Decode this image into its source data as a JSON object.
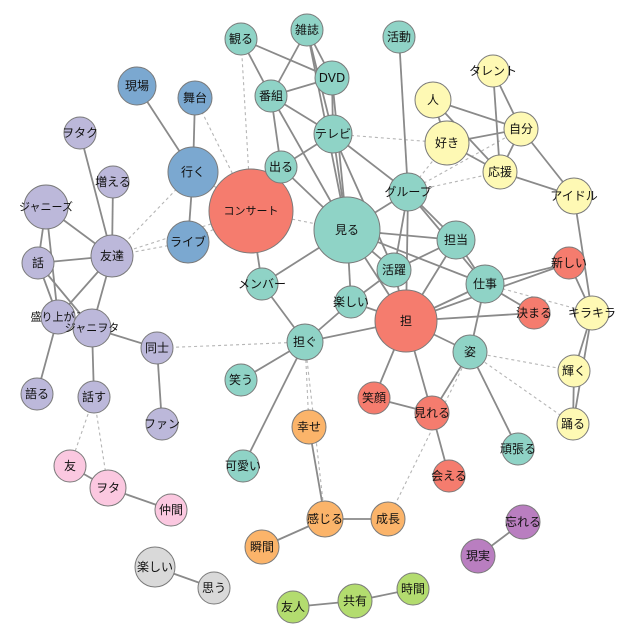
{
  "colors": {
    "teal": "#8fd3c6",
    "salmon": "#f57c6e",
    "blue": "#7ba8d0",
    "lavender": "#bcb8da",
    "yellow": "#fef9b4",
    "orange": "#fbb46a",
    "pink": "#fbc8e0",
    "purple": "#b97ec0",
    "green": "#b3dc6f",
    "gray": "#d9d9d9"
  },
  "nodes": [
    {
      "id": "concert",
      "label": "コンサート",
      "group": "salmon"
    },
    {
      "id": "tan",
      "label": "担",
      "group": "salmon"
    },
    {
      "id": "atarashii",
      "label": "新しい",
      "group": "salmon"
    },
    {
      "id": "kimaru",
      "label": "決まる",
      "group": "salmon"
    },
    {
      "id": "egao",
      "label": "笑顔",
      "group": "salmon"
    },
    {
      "id": "mireru",
      "label": "見れる",
      "group": "salmon"
    },
    {
      "id": "aeru",
      "label": "会える",
      "group": "salmon"
    },
    {
      "id": "miru",
      "label": "見る",
      "group": "teal"
    },
    {
      "id": "terebi",
      "label": "テレビ",
      "group": "teal"
    },
    {
      "id": "dvd",
      "label": "DVD",
      "group": "teal"
    },
    {
      "id": "zasshi",
      "label": "雑誌",
      "group": "teal"
    },
    {
      "id": "miru2",
      "label": "観る",
      "group": "teal"
    },
    {
      "id": "bangumi",
      "label": "番組",
      "group": "teal"
    },
    {
      "id": "deru",
      "label": "出る",
      "group": "teal"
    },
    {
      "id": "katsudou",
      "label": "活動",
      "group": "teal"
    },
    {
      "id": "group",
      "label": "グループ",
      "group": "teal"
    },
    {
      "id": "tantou",
      "label": "担当",
      "group": "teal"
    },
    {
      "id": "katsuyaku",
      "label": "活躍",
      "group": "teal"
    },
    {
      "id": "shigoto",
      "label": "仕事",
      "group": "teal"
    },
    {
      "id": "member",
      "label": "メンバー",
      "group": "teal"
    },
    {
      "id": "tanoshii",
      "label": "楽しい",
      "group": "teal"
    },
    {
      "id": "katsugu",
      "label": "担ぐ",
      "group": "teal"
    },
    {
      "id": "sugata",
      "label": "姿",
      "group": "teal"
    },
    {
      "id": "warau",
      "label": "笑う",
      "group": "teal"
    },
    {
      "id": "kawaii",
      "label": "可愛い",
      "group": "teal"
    },
    {
      "id": "ganbaru",
      "label": "頑張る",
      "group": "teal"
    },
    {
      "id": "genba",
      "label": "現場",
      "group": "blue"
    },
    {
      "id": "butai",
      "label": "舞台",
      "group": "blue"
    },
    {
      "id": "iku",
      "label": "行く",
      "group": "blue"
    },
    {
      "id": "live",
      "label": "ライブ",
      "group": "blue"
    },
    {
      "id": "otaku",
      "label": "ヲタク",
      "group": "lavender"
    },
    {
      "id": "fueru",
      "label": "増える",
      "group": "lavender"
    },
    {
      "id": "johnnys",
      "label": "ジャニーズ",
      "group": "lavender"
    },
    {
      "id": "tomodachi",
      "label": "友達",
      "group": "lavender"
    },
    {
      "id": "hanashi",
      "label": "話",
      "group": "lavender"
    },
    {
      "id": "moriagaru",
      "label": "盛り上がる",
      "group": "lavender"
    },
    {
      "id": "janiota",
      "label": "ジャニヲタ",
      "group": "lavender"
    },
    {
      "id": "doushi",
      "label": "同士",
      "group": "lavender"
    },
    {
      "id": "kataru",
      "label": "語る",
      "group": "lavender"
    },
    {
      "id": "hanasu",
      "label": "話す",
      "group": "lavender"
    },
    {
      "id": "fan",
      "label": "ファン",
      "group": "lavender"
    },
    {
      "id": "talent",
      "label": "タレント",
      "group": "yellow"
    },
    {
      "id": "hito",
      "label": "人",
      "group": "yellow"
    },
    {
      "id": "jibun",
      "label": "自分",
      "group": "yellow"
    },
    {
      "id": "suki",
      "label": "好き",
      "group": "yellow"
    },
    {
      "id": "ouen",
      "label": "応援",
      "group": "yellow"
    },
    {
      "id": "idol",
      "label": "アイドル",
      "group": "yellow"
    },
    {
      "id": "kirakira",
      "label": "キラキラ",
      "group": "yellow"
    },
    {
      "id": "kagayaku",
      "label": "輝く",
      "group": "yellow"
    },
    {
      "id": "odoru",
      "label": "踊る",
      "group": "yellow"
    },
    {
      "id": "shiawase",
      "label": "幸せ",
      "group": "orange"
    },
    {
      "id": "kanjiru",
      "label": "感じる",
      "group": "orange"
    },
    {
      "id": "seichou",
      "label": "成長",
      "group": "orange"
    },
    {
      "id": "shunkan",
      "label": "瞬間",
      "group": "orange"
    },
    {
      "id": "tomo",
      "label": "友",
      "group": "pink"
    },
    {
      "id": "wota",
      "label": "ヲタ",
      "group": "pink"
    },
    {
      "id": "nakama",
      "label": "仲間",
      "group": "pink"
    },
    {
      "id": "wasureru",
      "label": "忘れる",
      "group": "purple"
    },
    {
      "id": "genjitsu",
      "label": "現実",
      "group": "purple"
    },
    {
      "id": "tanoshii2",
      "label": "楽しい",
      "group": "gray"
    },
    {
      "id": "omou",
      "label": "思う",
      "group": "gray"
    },
    {
      "id": "jikan",
      "label": "時間",
      "group": "green"
    },
    {
      "id": "kyouyuu",
      "label": "共有",
      "group": "green"
    },
    {
      "id": "yuujin",
      "label": "友人",
      "group": "green"
    }
  ],
  "edges": [
    {
      "s": "concert",
      "t": "iku",
      "style": "dash"
    },
    {
      "s": "concert",
      "t": "live",
      "style": "dash"
    },
    {
      "s": "concert",
      "t": "miru",
      "style": "dash"
    },
    {
      "s": "concert",
      "t": "member",
      "style": "solid"
    },
    {
      "s": "concert",
      "t": "butai",
      "style": "dash"
    },
    {
      "s": "concert",
      "t": "miru2",
      "style": "dash"
    },
    {
      "s": "concert",
      "t": "tomodachi",
      "style": "dash"
    },
    {
      "s": "genba",
      "t": "iku",
      "style": "solid"
    },
    {
      "s": "butai",
      "t": "iku",
      "style": "solid"
    },
    {
      "s": "iku",
      "t": "live",
      "style": "solid"
    },
    {
      "s": "miru",
      "t": "terebi",
      "style": "solid"
    },
    {
      "s": "miru",
      "t": "dvd",
      "style": "solid"
    },
    {
      "s": "miru",
      "t": "bangumi",
      "style": "solid"
    },
    {
      "s": "miru",
      "t": "deru",
      "style": "solid"
    },
    {
      "s": "miru",
      "t": "group",
      "style": "solid"
    },
    {
      "s": "miru",
      "t": "katsuyaku",
      "style": "solid"
    },
    {
      "s": "miru",
      "t": "tanoshii",
      "style": "solid"
    },
    {
      "s": "miru",
      "t": "tan",
      "style": "solid"
    },
    {
      "s": "miru",
      "t": "member",
      "style": "solid"
    },
    {
      "s": "miru",
      "t": "tantou",
      "style": "solid"
    },
    {
      "s": "miru",
      "t": "shigoto",
      "style": "solid"
    },
    {
      "s": "miru",
      "t": "zasshi",
      "style": "solid"
    },
    {
      "s": "terebi",
      "t": "dvd",
      "style": "solid"
    },
    {
      "s": "terebi",
      "t": "bangumi",
      "style": "solid"
    },
    {
      "s": "terebi",
      "t": "deru",
      "style": "solid"
    },
    {
      "s": "terebi",
      "t": "zasshi",
      "style": "solid"
    },
    {
      "s": "terebi",
      "t": "group",
      "style": "solid"
    },
    {
      "s": "terebi",
      "t": "suki",
      "style": "dash"
    },
    {
      "s": "terebi",
      "t": "katsuyaku",
      "style": "solid"
    },
    {
      "s": "dvd",
      "t": "zasshi",
      "style": "solid"
    },
    {
      "s": "dvd",
      "t": "miru2",
      "style": "solid"
    },
    {
      "s": "dvd",
      "t": "bangumi",
      "style": "solid"
    },
    {
      "s": "miru2",
      "t": "bangumi",
      "style": "solid"
    },
    {
      "s": "bangumi",
      "t": "deru",
      "style": "solid"
    },
    {
      "s": "zasshi",
      "t": "bangumi",
      "style": "solid"
    },
    {
      "s": "katsudou",
      "t": "group",
      "style": "solid"
    },
    {
      "s": "group",
      "t": "tantou",
      "style": "solid"
    },
    {
      "s": "group",
      "t": "katsuyaku",
      "style": "solid"
    },
    {
      "s": "group",
      "t": "shigoto",
      "style": "solid"
    },
    {
      "s": "group",
      "t": "suki",
      "style": "dash"
    },
    {
      "s": "group",
      "t": "ouen",
      "style": "dash"
    },
    {
      "s": "group",
      "t": "jibun",
      "style": "dash"
    },
    {
      "s": "group",
      "t": "tan",
      "style": "solid"
    },
    {
      "s": "tantou",
      "t": "katsuyaku",
      "style": "solid"
    },
    {
      "s": "tantou",
      "t": "shigoto",
      "style": "solid"
    },
    {
      "s": "tantou",
      "t": "tan",
      "style": "solid"
    },
    {
      "s": "katsuyaku",
      "t": "tan",
      "style": "solid"
    },
    {
      "s": "katsuyaku",
      "t": "tanoshii",
      "style": "solid"
    },
    {
      "s": "tan",
      "t": "katsugu",
      "style": "solid"
    },
    {
      "s": "tan",
      "t": "shigoto",
      "style": "solid"
    },
    {
      "s": "tan",
      "t": "kimaru",
      "style": "solid"
    },
    {
      "s": "tan",
      "t": "mireru",
      "style": "solid"
    },
    {
      "s": "tan",
      "t": "egao",
      "style": "solid"
    },
    {
      "s": "tan",
      "t": "sugata",
      "style": "solid"
    },
    {
      "s": "tan",
      "t": "tanoshii",
      "style": "solid"
    },
    {
      "s": "tan",
      "t": "atarashii",
      "style": "solid"
    },
    {
      "s": "shigoto",
      "t": "atarashii",
      "style": "solid"
    },
    {
      "s": "shigoto",
      "t": "kimaru",
      "style": "solid"
    },
    {
      "s": "shigoto",
      "t": "kirakira",
      "style": "dash"
    },
    {
      "s": "shigoto",
      "t": "sugata",
      "style": "solid"
    },
    {
      "s": "sugata",
      "t": "ganbaru",
      "style": "solid"
    },
    {
      "s": "sugata",
      "t": "kagayaku",
      "style": "dash"
    },
    {
      "s": "sugata",
      "t": "odoru",
      "style": "dash"
    },
    {
      "s": "sugata",
      "t": "mireru",
      "style": "solid"
    },
    {
      "s": "sugata",
      "t": "seichou",
      "style": "dash"
    },
    {
      "s": "egao",
      "t": "mireru",
      "style": "solid"
    },
    {
      "s": "mireru",
      "t": "aeru",
      "style": "solid"
    },
    {
      "s": "katsugu",
      "t": "warau",
      "style": "solid"
    },
    {
      "s": "katsugu",
      "t": "kawaii",
      "style": "solid"
    },
    {
      "s": "katsugu",
      "t": "tanoshii",
      "style": "solid"
    },
    {
      "s": "katsugu",
      "t": "member",
      "style": "solid"
    },
    {
      "s": "katsugu",
      "t": "shiawase",
      "style": "dash"
    },
    {
      "s": "katsugu",
      "t": "kanjiru",
      "style": "dash"
    },
    {
      "s": "katsugu",
      "t": "doushi",
      "style": "dash"
    },
    {
      "s": "shiawase",
      "t": "kanjiru",
      "style": "solid"
    },
    {
      "s": "kanjiru",
      "t": "seichou",
      "style": "solid"
    },
    {
      "s": "kanjiru",
      "t": "shunkan",
      "style": "solid"
    },
    {
      "s": "talent",
      "t": "jibun",
      "style": "solid"
    },
    {
      "s": "talent",
      "t": "ouen",
      "style": "solid"
    },
    {
      "s": "hito",
      "t": "suki",
      "style": "solid"
    },
    {
      "s": "hito",
      "t": "jibun",
      "style": "solid"
    },
    {
      "s": "hito",
      "t": "ouen",
      "style": "solid"
    },
    {
      "s": "suki",
      "t": "jibun",
      "style": "solid"
    },
    {
      "s": "suki",
      "t": "ouen",
      "style": "solid"
    },
    {
      "s": "jibun",
      "t": "ouen",
      "style": "solid"
    },
    {
      "s": "jibun",
      "t": "idol",
      "style": "solid"
    },
    {
      "s": "ouen",
      "t": "idol",
      "style": "solid"
    },
    {
      "s": "idol",
      "t": "kirakira",
      "style": "solid"
    },
    {
      "s": "kirakira",
      "t": "kagayaku",
      "style": "solid"
    },
    {
      "s": "kirakira",
      "t": "odoru",
      "style": "solid"
    },
    {
      "s": "kirakira",
      "t": "atarashii",
      "style": "solid"
    },
    {
      "s": "kagayaku",
      "t": "odoru",
      "style": "solid"
    },
    {
      "s": "otaku",
      "t": "tomodachi",
      "style": "solid"
    },
    {
      "s": "fueru",
      "t": "tomodachi",
      "style": "solid"
    },
    {
      "s": "johnnys",
      "t": "tomodachi",
      "style": "solid"
    },
    {
      "s": "johnnys",
      "t": "hanashi",
      "style": "solid"
    },
    {
      "s": "johnnys",
      "t": "moriagaru",
      "style": "solid"
    },
    {
      "s": "tomodachi",
      "t": "hanashi",
      "style": "solid"
    },
    {
      "s": "tomodachi",
      "t": "moriagaru",
      "style": "solid"
    },
    {
      "s": "tomodachi",
      "t": "janiota",
      "style": "solid"
    },
    {
      "s": "tomodachi",
      "t": "live",
      "style": "dash"
    },
    {
      "s": "tomodachi",
      "t": "iku",
      "style": "dash"
    },
    {
      "s": "hanashi",
      "t": "moriagaru",
      "style": "solid"
    },
    {
      "s": "hanashi",
      "t": "janiota",
      "style": "solid"
    },
    {
      "s": "moriagaru",
      "t": "janiota",
      "style": "solid"
    },
    {
      "s": "moriagaru",
      "t": "kataru",
      "style": "solid"
    },
    {
      "s": "janiota",
      "t": "doushi",
      "style": "solid"
    },
    {
      "s": "janiota",
      "t": "hanasu",
      "style": "solid"
    },
    {
      "s": "doushi",
      "t": "fan",
      "style": "solid"
    },
    {
      "s": "hanasu",
      "t": "tomo",
      "style": "dash"
    },
    {
      "s": "hanasu",
      "t": "wota",
      "style": "dash"
    },
    {
      "s": "tomo",
      "t": "wota",
      "style": "solid"
    },
    {
      "s": "wota",
      "t": "nakama",
      "style": "solid"
    },
    {
      "s": "wasureru",
      "t": "genjitsu",
      "style": "solid"
    },
    {
      "s": "tanoshii2",
      "t": "omou",
      "style": "solid"
    },
    {
      "s": "jikan",
      "t": "kyouyuu",
      "style": "solid"
    },
    {
      "s": "kyouyuu",
      "t": "yuujin",
      "style": "solid"
    }
  ]
}
